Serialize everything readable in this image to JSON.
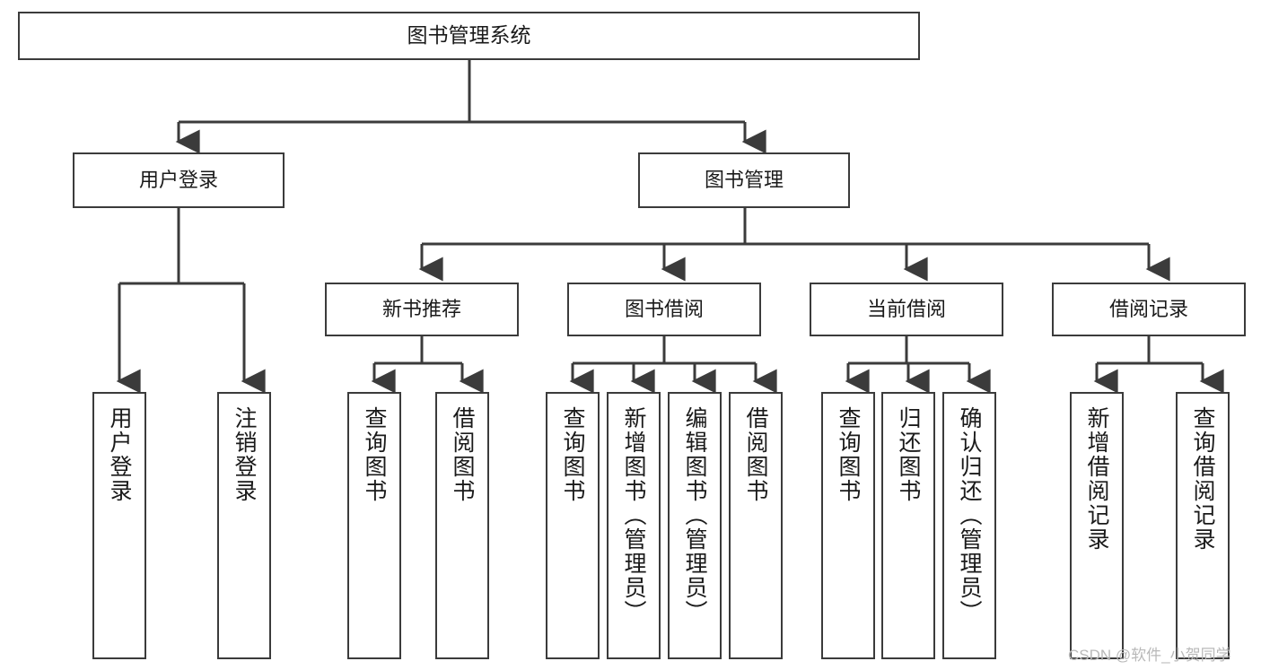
{
  "diagram": {
    "title": "图书管理系统",
    "type": "tree-hierarchy-chart",
    "watermark": "CSDN @软件_小贺同学",
    "nodes": {
      "root": {
        "label": "图书管理系统"
      },
      "level2": [
        {
          "label": "用户登录"
        },
        {
          "label": "图书管理"
        }
      ],
      "level3": [
        {
          "label": "新书推荐"
        },
        {
          "label": "图书借阅"
        },
        {
          "label": "当前借阅"
        },
        {
          "label": "借阅记录"
        }
      ],
      "leaves": {
        "user_login": [
          {
            "label": "用户登录"
          },
          {
            "label": "注销登录"
          }
        ],
        "new_book_recommend": [
          {
            "label": "查询图书"
          },
          {
            "label": "借阅图书"
          }
        ],
        "book_borrow": [
          {
            "label": "查询图书"
          },
          {
            "label": "新增图书（管理员）"
          },
          {
            "label": "编辑图书（管理员）"
          },
          {
            "label": "借阅图书"
          }
        ],
        "current_borrow": [
          {
            "label": "查询图书"
          },
          {
            "label": "归还图书"
          },
          {
            "label": "确认归还（管理员）"
          }
        ],
        "borrow_records": [
          {
            "label": "新增借阅记录"
          },
          {
            "label": "查询借阅记录"
          }
        ]
      }
    },
    "colors": {
      "border": "#3b3b3b",
      "background": "#ffffff",
      "text": "#1a1a1a",
      "watermark": "#b9b9b9"
    }
  }
}
